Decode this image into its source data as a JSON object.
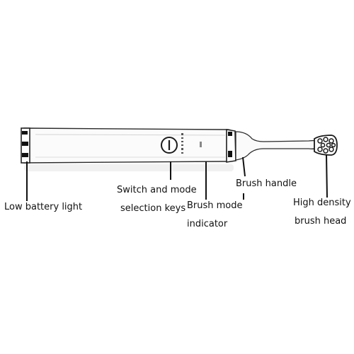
{
  "colors": {
    "line": "#111111",
    "body_outline": "#2a2a2a",
    "background": "#ffffff"
  },
  "labels": {
    "low_battery_light": "Low battery light",
    "switch_and_mode_line1": "Switch and mode",
    "switch_and_mode_line2": "selection keys",
    "brush_mode_line1": "Brush mode",
    "brush_mode_line2": "indicator",
    "brush_handle": "Brush handle",
    "high_density_line1": "High density",
    "high_density_line2": "brush head"
  }
}
